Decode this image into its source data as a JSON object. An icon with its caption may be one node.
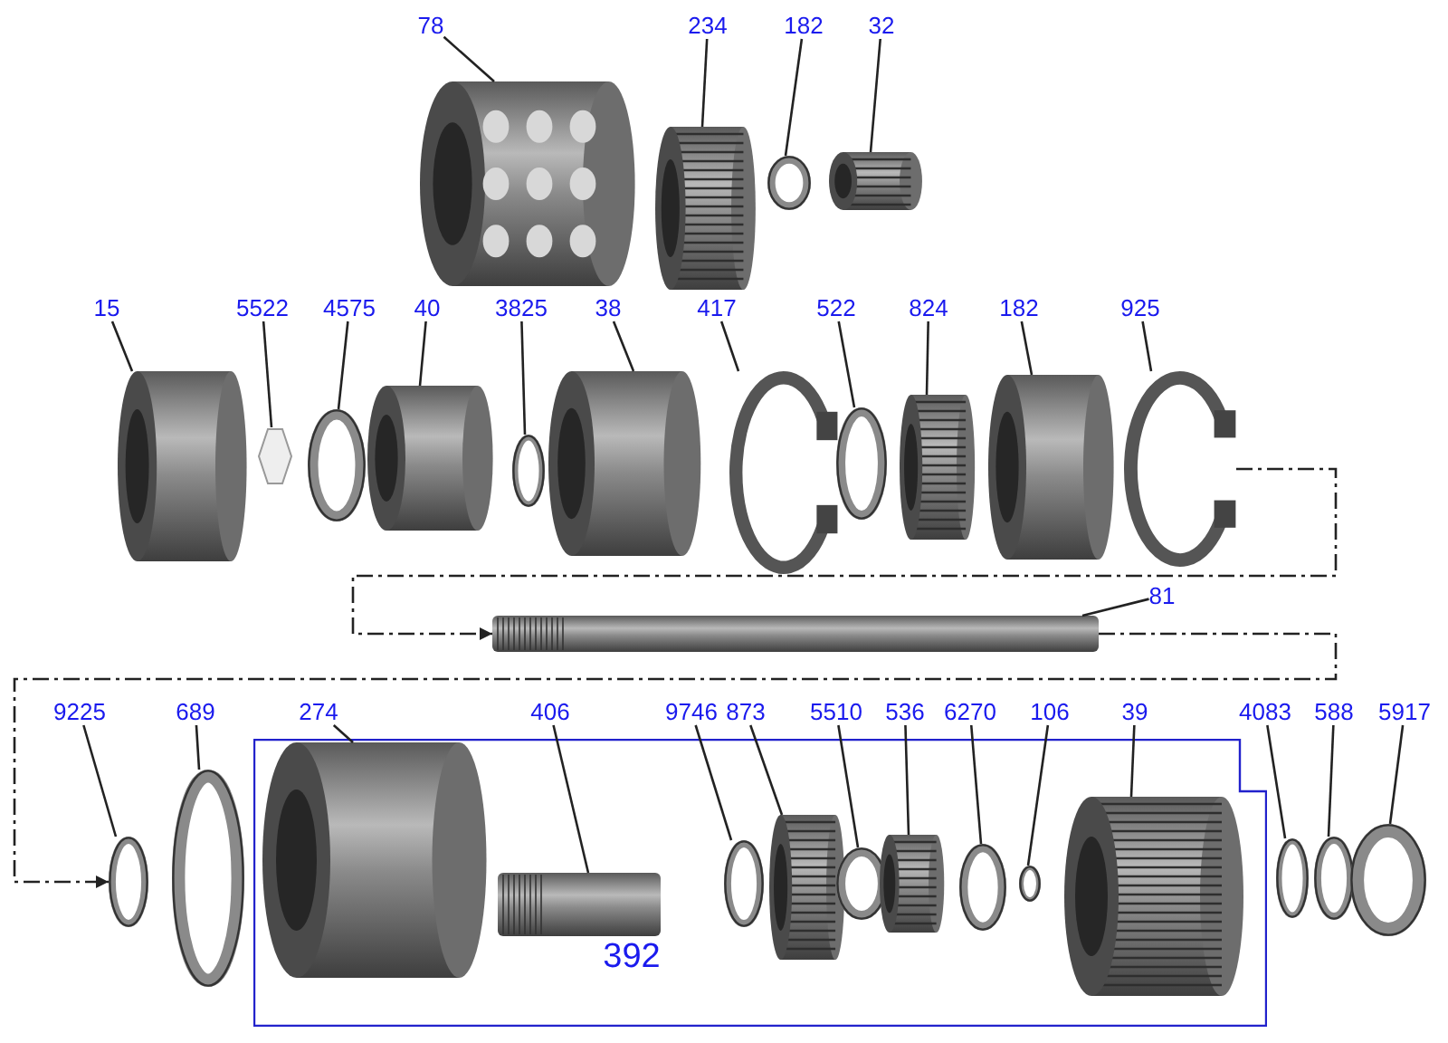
{
  "diagram": {
    "nodes": [
      {
        "text": [
          "78"
        ]
      },
      {
        "text": [],
        "shape": "picture"
      },
      {
        "text": [
          "234"
        ]
      },
      {
        "text": [],
        "shape": "picture"
      },
      {
        "text": [
          "182"
        ]
      },
      {
        "text": [],
        "shape": "picture"
      },
      {
        "text": [
          "32"
        ]
      },
      {
        "text": [],
        "shape": "picture"
      },
      {
        "text": [
          "15"
        ]
      },
      {
        "text": [],
        "shape": "picture"
      },
      {
        "text": [
          "5522"
        ]
      },
      {
        "text": [],
        "shape": "picture"
      },
      {
        "text": [
          "4575"
        ]
      },
      {
        "text": [],
        "shape": "picture"
      },
      {
        "text": [
          "40"
        ]
      },
      {
        "text": [],
        "shape": "picture"
      },
      {
        "text": [
          "3825"
        ]
      },
      {
        "text": [],
        "shape": "picture"
      },
      {
        "text": [
          "38"
        ]
      },
      {
        "text": [],
        "shape": "picture"
      },
      {
        "text": [
          "417"
        ]
      },
      {
        "text": [],
        "shape": "picture"
      },
      {
        "text": [
          "522"
        ]
      },
      {
        "text": [],
        "shape": "picture"
      },
      {
        "text": [
          "824"
        ]
      },
      {
        "text": [],
        "shape": "picture"
      },
      {
        "text": [
          "182"
        ]
      },
      {
        "text": [],
        "shape": "picture"
      },
      {
        "text": [
          "925"
        ]
      },
      {
        "text": [],
        "shape": "picture"
      },
      {
        "text": [
          "81"
        ]
      },
      {
        "text": [],
        "shape": "picture"
      },
      {
        "text": [
          "9225"
        ]
      },
      {
        "text": [],
        "shape": "picture"
      },
      {
        "text": [
          "689"
        ]
      },
      {
        "text": [],
        "shape": "picture"
      },
      {
        "text": [
          "392"
        ]
      },
      {
        "text": [
          "274"
        ]
      },
      {
        "text": [],
        "shape": "picture",
        "in": 36
      },
      {
        "text": [
          "406"
        ]
      },
      {
        "text": [],
        "shape": "picture",
        "in": 36
      },
      {
        "text": [
          "9746"
        ]
      },
      {
        "text": [],
        "shape": "picture",
        "in": 36
      },
      {
        "text": [
          "873"
        ]
      },
      {
        "text": [],
        "shape": "picture",
        "in": 36
      },
      {
        "text": [
          "5510"
        ]
      },
      {
        "text": [],
        "shape": "picture",
        "in": 36
      },
      {
        "text": [
          "536"
        ]
      },
      {
        "text": [],
        "shape": "picture",
        "in": 36
      },
      {
        "text": [
          "6270"
        ]
      },
      {
        "text": [],
        "shape": "picture",
        "in": 36
      },
      {
        "text": [
          "106"
        ]
      },
      {
        "text": [],
        "shape": "picture",
        "in": 36
      },
      {
        "text": [
          "39"
        ]
      },
      {
        "text": [],
        "shape": "picture",
        "in": 36
      },
      {
        "text": [
          "4083"
        ]
      },
      {
        "text": [],
        "shape": "picture"
      },
      {
        "text": [
          "588"
        ]
      },
      {
        "text": [],
        "shape": "picture"
      },
      {
        "text": [
          "5917"
        ]
      },
      {
        "text": [],
        "shape": "picture"
      }
    ],
    "edges": [
      {
        "from": 0,
        "to": 1,
        "arrow": "none"
      },
      {
        "from": 2,
        "to": 3,
        "arrow": "none"
      },
      {
        "from": 4,
        "to": 5,
        "arrow": "none"
      },
      {
        "from": 6,
        "to": 7,
        "arrow": "none"
      },
      {
        "from": 8,
        "to": 9,
        "arrow": "none"
      },
      {
        "from": 10,
        "to": 11,
        "arrow": "none"
      },
      {
        "from": 12,
        "to": 13,
        "arrow": "none"
      },
      {
        "from": 14,
        "to": 15,
        "arrow": "none"
      },
      {
        "from": 16,
        "to": 17,
        "arrow": "none"
      },
      {
        "from": 18,
        "to": 19,
        "arrow": "none"
      },
      {
        "from": 20,
        "to": 21,
        "arrow": "none"
      },
      {
        "from": 22,
        "to": 23,
        "arrow": "none"
      },
      {
        "from": 24,
        "to": 25,
        "arrow": "none"
      },
      {
        "from": 26,
        "to": 27,
        "arrow": "none"
      },
      {
        "from": 28,
        "to": 29,
        "arrow": "none"
      },
      {
        "from": 30,
        "to": 31,
        "arrow": "none"
      },
      {
        "from": 32,
        "to": 33,
        "arrow": "none"
      },
      {
        "from": 34,
        "to": 35,
        "arrow": "none"
      },
      {
        "from": 37,
        "to": 38,
        "arrow": "none"
      },
      {
        "from": 39,
        "to": 40,
        "arrow": "none"
      },
      {
        "from": 41,
        "to": 42,
        "arrow": "none"
      },
      {
        "from": 43,
        "to": 44,
        "arrow": "none"
      },
      {
        "from": 45,
        "to": 46,
        "arrow": "none"
      },
      {
        "from": 47,
        "to": 48,
        "arrow": "none"
      },
      {
        "from": 49,
        "to": 50,
        "arrow": "none"
      },
      {
        "from": 51,
        "to": 52,
        "arrow": "none"
      },
      {
        "from": 53,
        "to": 54,
        "arrow": "none"
      },
      {
        "from": 55,
        "to": 56,
        "arrow": "none"
      },
      {
        "from": 57,
        "to": 58,
        "arrow": "none"
      },
      {
        "from": 59,
        "to": 60,
        "arrow": "none"
      },
      {
        "from": 29,
        "to": 31,
        "arrow": "to",
        "style": "dashed"
      },
      {
        "from": 31,
        "to": 33,
        "arrow": "to",
        "style": "dashed"
      }
    ]
  }
}
